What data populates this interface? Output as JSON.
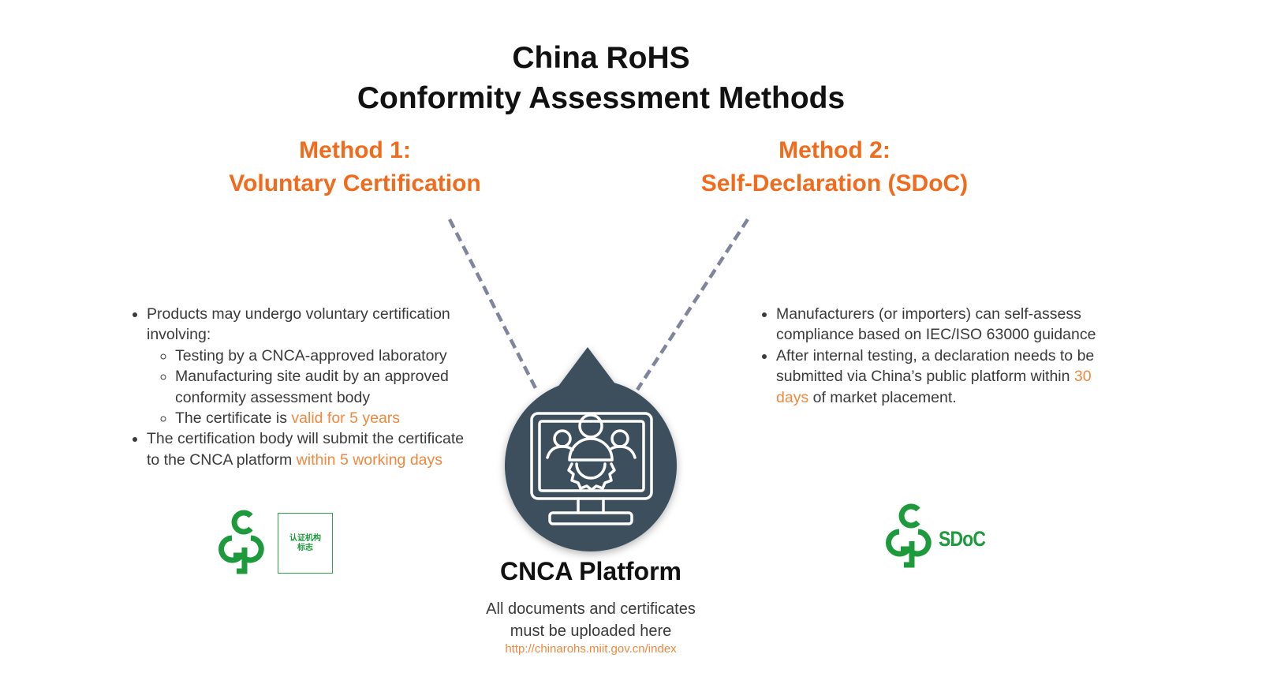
{
  "title": {
    "line1": "China RoHS",
    "line2": "Conformity Assessment Methods"
  },
  "method1": {
    "heading_line1": "Method 1:",
    "heading_line2": "Voluntary Certification",
    "bullet1": "Products may undergo voluntary certification involving:",
    "sub1": "Testing by a CNCA-approved laboratory",
    "sub2": "Manufacturing site audit by an approved conformity assessment body",
    "sub3_prefix": "The certificate is ",
    "sub3_highlight": "valid for 5 years",
    "bullet2_prefix": "The certification body will submit the certificate to the CNCA platform ",
    "bullet2_highlight": "within 5 working days",
    "logo_box_text_line1": "认证机构",
    "logo_box_text_line2": "标志"
  },
  "method2": {
    "heading_line1": "Method 2:",
    "heading_line2": "Self-Declaration (SDoC)",
    "bullet1": "Manufacturers (or importers) can self-assess compliance based on IEC/ISO 63000 guidance",
    "bullet2_prefix": "After internal testing, a declaration needs to be submitted via China’s public platform within ",
    "bullet2_highlight": "30 days",
    "bullet2_suffix": " of market placement.",
    "logo_text": "SDoC"
  },
  "platform": {
    "title": "CNCA Platform",
    "desc_line1": "All documents and certificates",
    "desc_line2": "must be uploaded here",
    "url": "http://chinarohs.miit.gov.cn/index",
    "icon": "monitor-users-gear-icon"
  },
  "colors": {
    "accent": "#f26b1d",
    "highlight": "#f0883e",
    "platform": "#3d4f5b",
    "green": "#1d9b3c",
    "connector": "#7f859c"
  }
}
